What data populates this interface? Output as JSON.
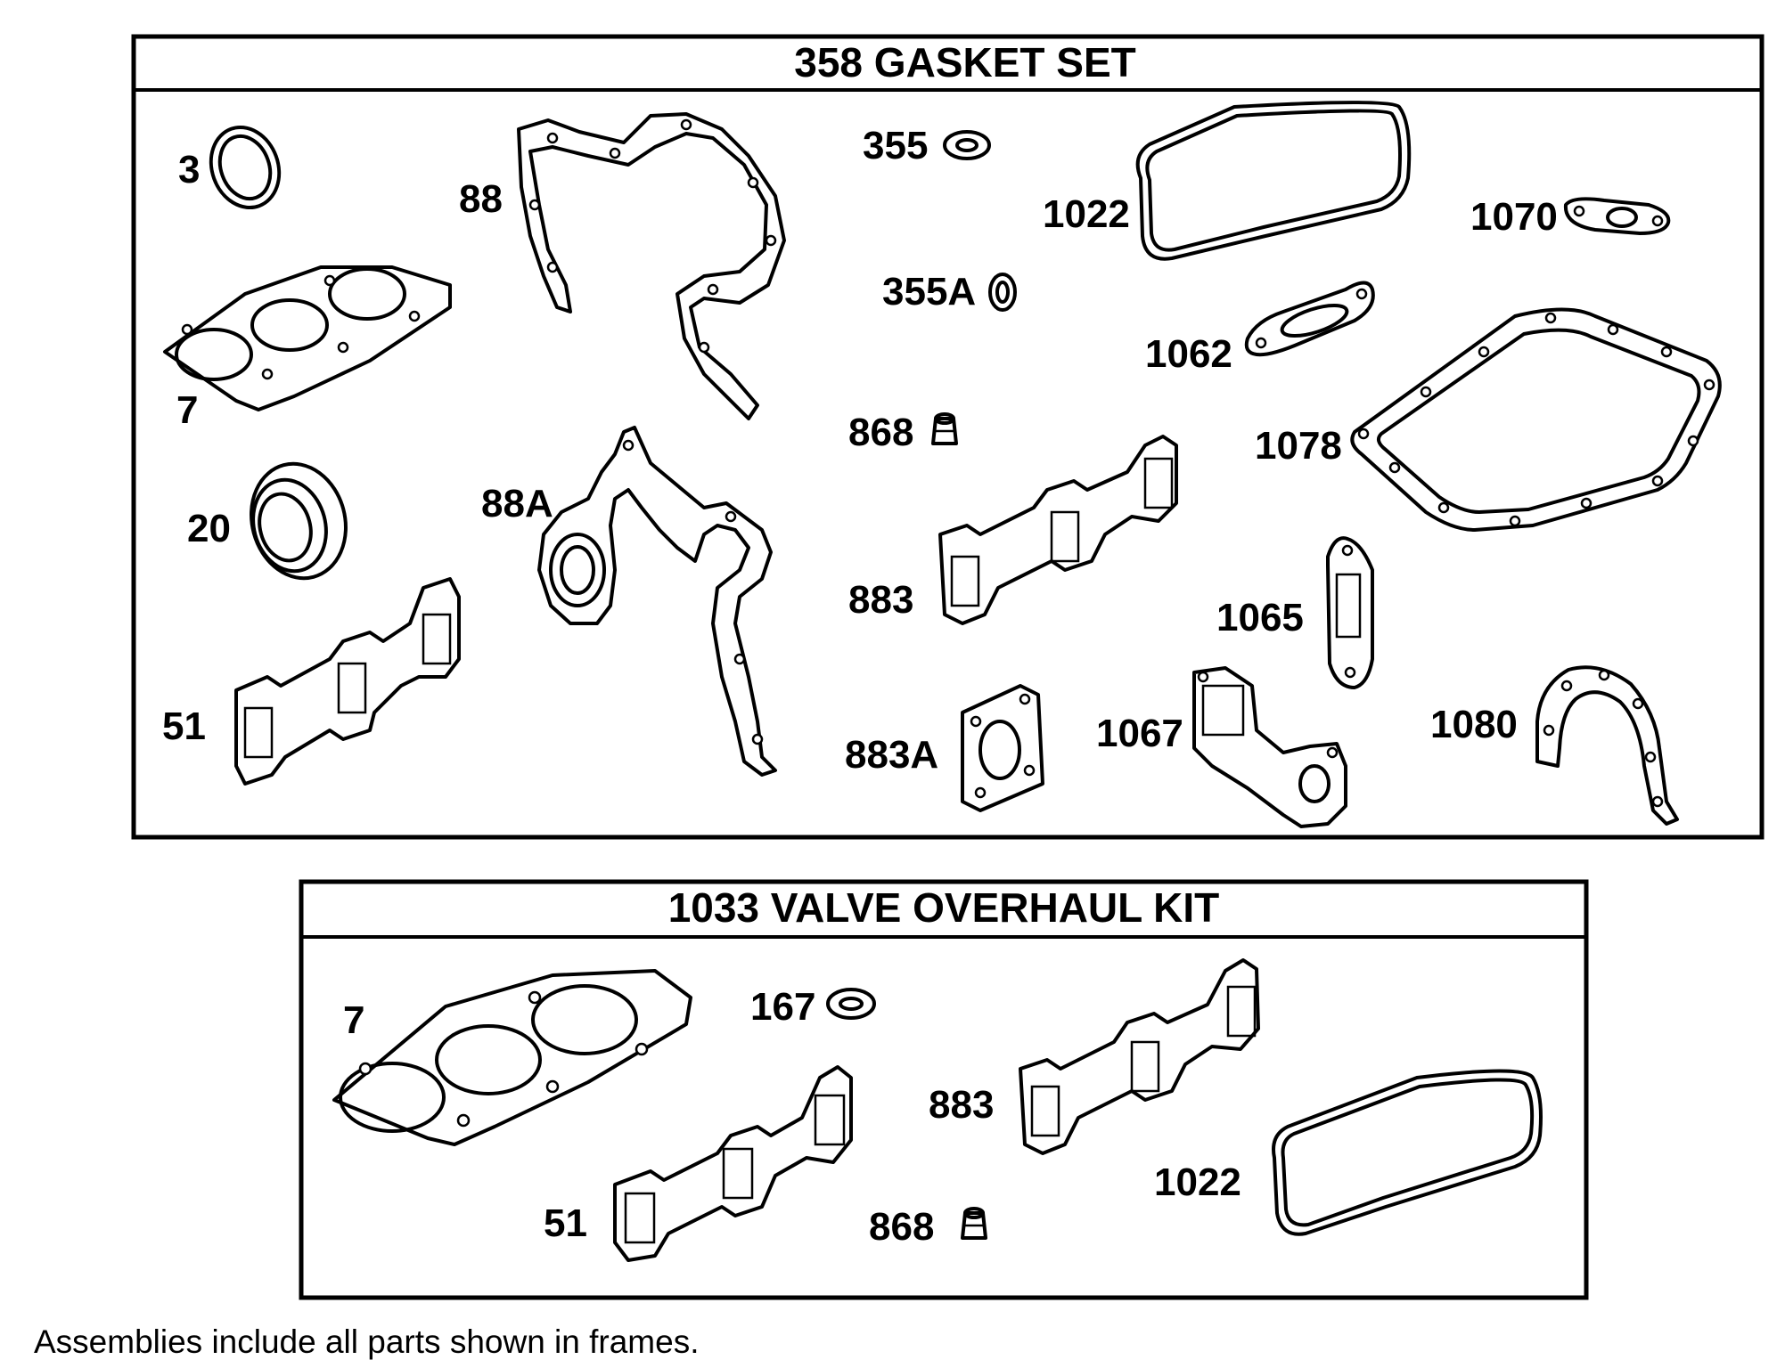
{
  "gasket_set": {
    "title": "358 GASKET SET",
    "labels": {
      "p3": "3",
      "p7": "7",
      "p20": "20",
      "p51": "51",
      "p88": "88",
      "p88a": "88A",
      "p355": "355",
      "p355a": "355A",
      "p868": "868",
      "p883": "883",
      "p883a": "883A",
      "p1022": "1022",
      "p1062": "1062",
      "p1065": "1065",
      "p1067": "1067",
      "p1070": "1070",
      "p1078": "1078",
      "p1080": "1080"
    }
  },
  "valve_kit": {
    "title": "1033 VALVE OVERHAUL KIT",
    "labels": {
      "p7": "7",
      "p51": "51",
      "p167": "167",
      "p868": "868",
      "p883": "883",
      "p1022": "1022"
    }
  },
  "footnote": "Assemblies include all parts shown in frames."
}
